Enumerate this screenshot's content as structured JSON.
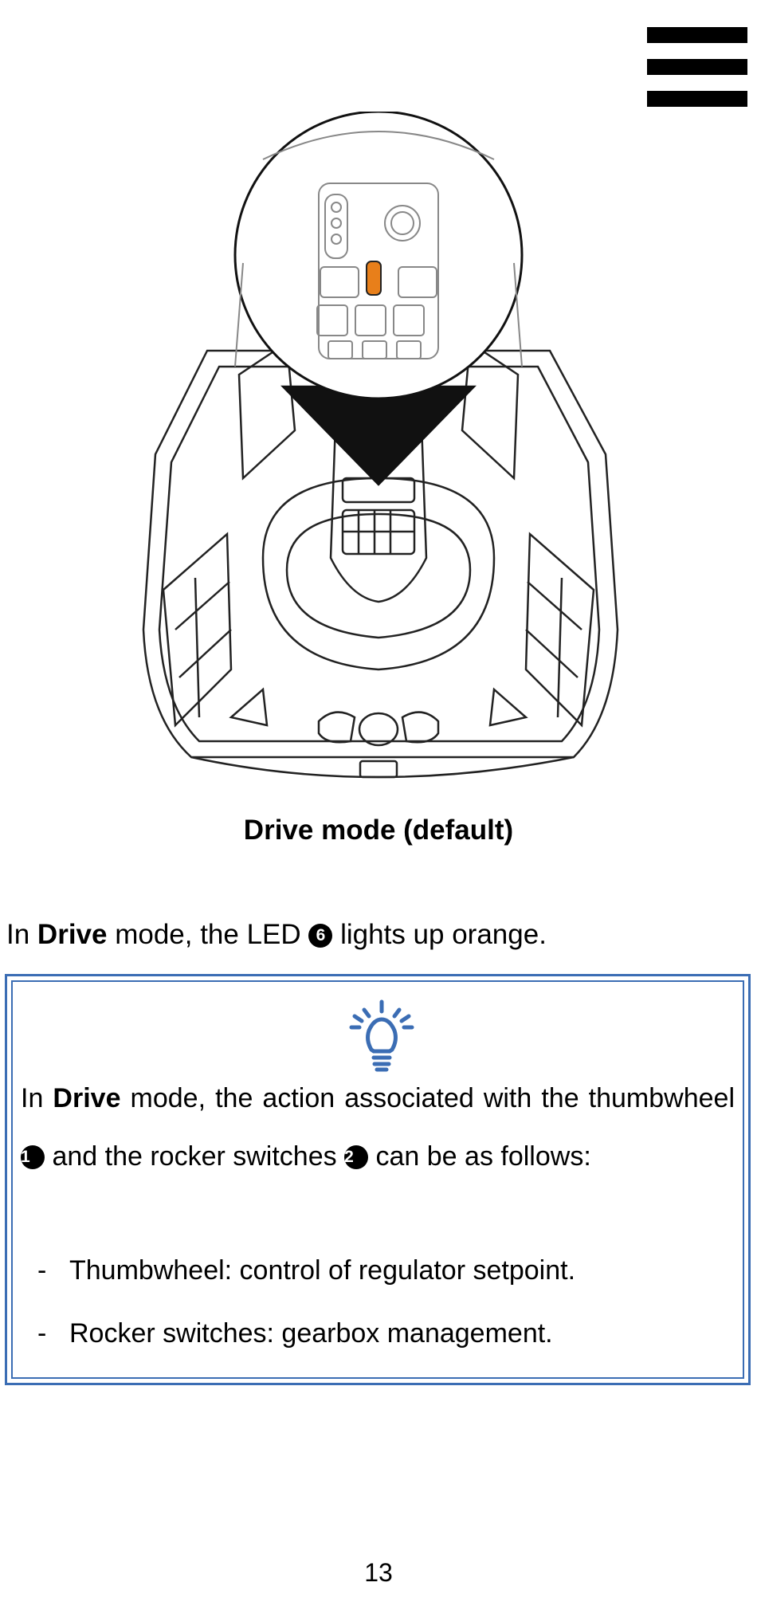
{
  "header": {
    "menu_icon": "menu-icon"
  },
  "figure": {
    "caption": "Drive mode (default)",
    "led_color": "#e87f1a"
  },
  "intro": {
    "prefix": "In ",
    "mode": "Drive",
    "middle": " mode, the LED ",
    "led_number": "6",
    "suffix": " lights up orange."
  },
  "tip": {
    "icon": "lightbulb-icon",
    "line1_prefix": "In ",
    "mode": "Drive",
    "line1_rest": " mode, the action associated with the thumbwheel ",
    "thumbwheel_number": "1",
    "line1_mid": " and the rocker switches ",
    "rocker_number": "2",
    "line1_end": " can be as follows:",
    "bullets": [
      "Thumbwheel: control of regulator setpoint.",
      "Rocker switches: gearbox management."
    ],
    "border_color": "#3b6db4"
  },
  "page_number": "13"
}
